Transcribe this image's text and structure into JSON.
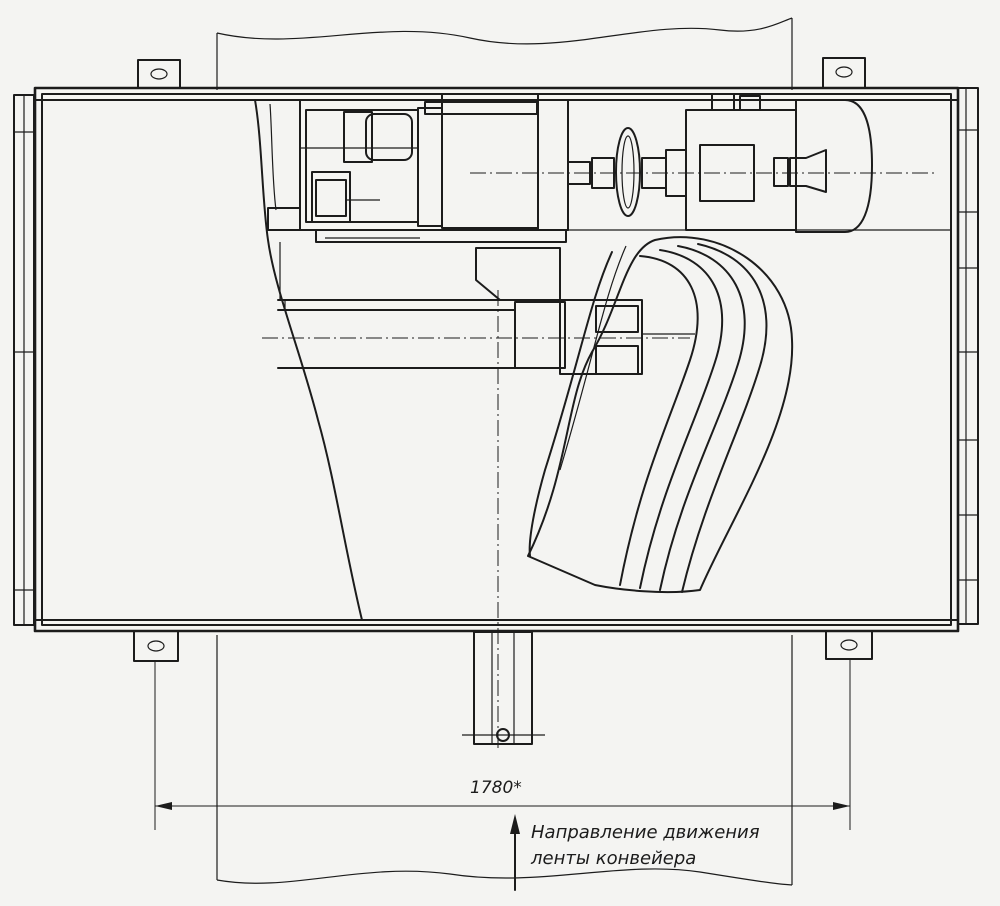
{
  "dimension": {
    "value": "1780*"
  },
  "direction_note": {
    "line1": "Направление движения",
    "line2": "ленты конвейера"
  },
  "colors": {
    "paper": "#f4f4f2",
    "ink": "#1c1c1c"
  }
}
